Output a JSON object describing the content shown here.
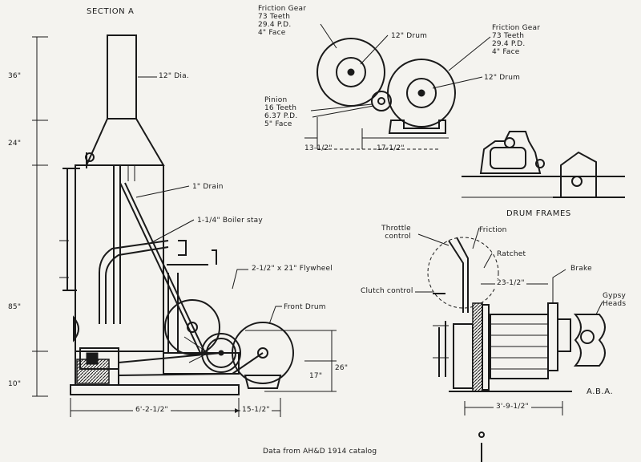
{
  "section_title": "SECTION A",
  "labels": {
    "stack_dia": "12\" Dia.",
    "drain": "1\" Drain",
    "boiler_stay": "1-1/4\" Boiler stay",
    "flywheel": "2-1/2\" x 21\" Flywheel",
    "front_drum": "Front Drum",
    "friction_gear_left": "Friction Gear\n73 Teeth\n29.4 P.D.\n4\" Face",
    "friction_gear_right": "Friction Gear\n73 Teeth\n29.4 P.D.\n4\" Face",
    "drum_12_left": "12\" Drum",
    "drum_12_right": "12\" Drum",
    "pinion": "Pinion\n16 Teeth\n6.37 P.D.\n5\" Face",
    "drum_frames": "DRUM FRAMES",
    "throttle_control": "Throttle\ncontrol",
    "friction": "Friction",
    "ratchet": "Ratchet",
    "brake": "Brake",
    "clutch_control": "Clutch control",
    "gypsy_heads": "Gypsy\nHeads",
    "initials": "A.B.A.",
    "caption": "Data from AH&D  1914 catalog"
  },
  "dimensions": {
    "h_36": "36\"",
    "h_24": "24\"",
    "h_85": "85\"",
    "h_10": "10\"",
    "h_26": "26\"",
    "h_17": "17\"",
    "base_length": "6'-2-1/2\"",
    "drum_offset": "15-1/2\"",
    "gear_left_span": "13-1/2\"",
    "gear_right_span": "17-1/2\"",
    "width_23": "23-1/2\"",
    "overall_width": "3'-9-1/2\""
  }
}
